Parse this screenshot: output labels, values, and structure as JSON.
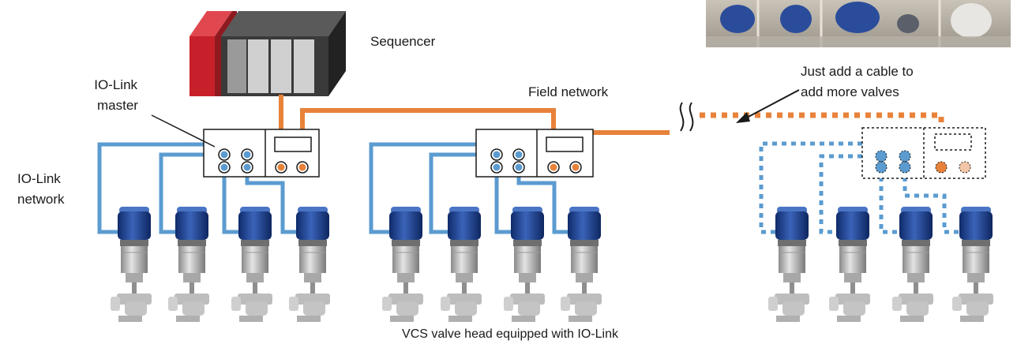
{
  "labels": {
    "sequencer": "Sequencer",
    "io_link_master": [
      "IO-Link",
      "master"
    ],
    "io_link_network": [
      "IO-Link",
      "network"
    ],
    "field_network": "Field network",
    "callout": [
      "Just add a cable to",
      "add more valves"
    ],
    "caption": "VCS valve head equipped with IO-Link"
  },
  "colors": {
    "field_network": "#e8823a",
    "io_link_network": "#5b9bd0",
    "valve_head": "#1f3f8f",
    "sequencer_red": "#c8202a",
    "sequencer_body": "#3a3a3a"
  },
  "icons": {
    "sequencer": "plc-rack-icon",
    "master": "io-link-master-icon",
    "valve": "process-valve-icon",
    "break": "cable-break-icon",
    "photo": "plant-photo-icon"
  }
}
